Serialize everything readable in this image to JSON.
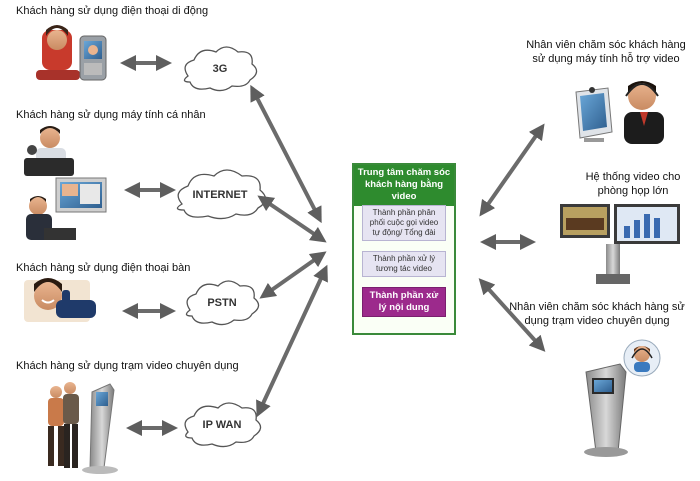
{
  "left_labels": [
    "Khách hàng sử dụng điện thoại di động",
    "Khách hàng sử dụng máy tính cá nhân",
    "Khách hàng sử dụng điện thoại bàn",
    "Khách hàng sử dụng trạm video chuyên dụng"
  ],
  "clouds": [
    "3G",
    "INTERNET",
    "PSTN",
    "IP WAN"
  ],
  "center": {
    "title": "Trung tâm chăm sóc khách hàng bằng video",
    "box1": "Thành phần phân phối cuộc gọi video tự động/ Tổng đài",
    "box2": "Thành phần xử lý tương tác video",
    "box3": "Thành phần xử lý nội dung"
  },
  "right_labels": [
    "Nhân viên chăm sóc khách hàng sử dụng máy tính hỗ trợ video",
    "Hệ thống video cho phòng họp lớn",
    "Nhân viên chăm sóc khách hàng sử dụng trạm video chuyên dụng"
  ],
  "colors": {
    "arrow": "#6b6b6b",
    "center_border": "#3a8a3a",
    "center_head": "#2e8b2e",
    "highlight": "#9c2a8c"
  }
}
